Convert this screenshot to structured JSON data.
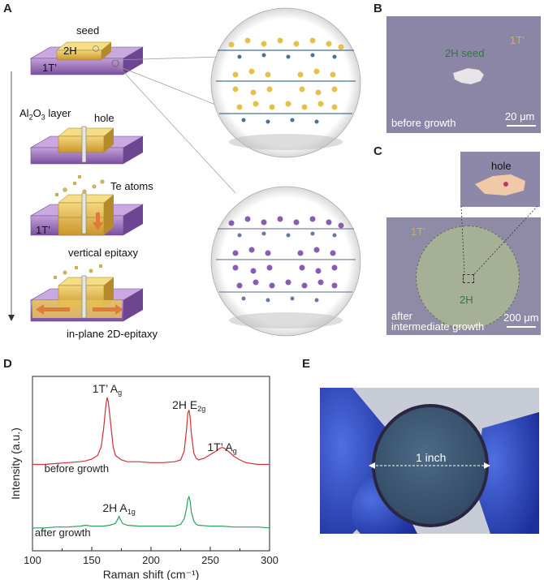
{
  "panels": {
    "a": "A",
    "b": "B",
    "c": "C",
    "d": "D",
    "e": "E"
  },
  "panel_a": {
    "seed": "seed",
    "phase_2h": "2H",
    "phase_1t": "1T’",
    "al2o3_main": "Al",
    "al2o3_sub1": "2",
    "al2o3_o": "O",
    "al2o3_sub2": "3",
    "al2o3_rest": " layer",
    "hole": "hole",
    "te_atoms": "Te atoms",
    "phase_1t_step3": "1T’",
    "vertical_epitaxy": "vertical epitaxy",
    "inplane_epitaxy": "in-plane 2D-epitaxy"
  },
  "panel_b": {
    "phase_1t": "1T’",
    "seed_label": "2H seed",
    "caption": "before growth",
    "scale": "20 μm"
  },
  "panel_c": {
    "hole": "hole",
    "phase_1t": "1T’",
    "phase_2h": "2H",
    "caption_line1": "after",
    "caption_line2": "intermediate growth",
    "scale": "200 μm"
  },
  "panel_e": {
    "size_label": "1 inch"
  },
  "colors": {
    "seed_gold": "#e8c35a",
    "film_purple": "#9b6fb8",
    "arrow_orange": "#e07a3a",
    "before_red": "#d0303a",
    "after_green": "#2aa05a"
  },
  "chart_data": {
    "type": "line",
    "xlabel": "Raman shift (cm⁻¹)",
    "ylabel": "Intensity (a.u.)",
    "xlim": [
      100,
      300
    ],
    "xticks": [
      "100",
      "150",
      "200",
      "250",
      "300"
    ],
    "series": [
      {
        "name": "before growth",
        "color": "#d0303a",
        "x": [
          100,
          110,
          120,
          130,
          140,
          145,
          150,
          155,
          158,
          160,
          162,
          163,
          164,
          166,
          168,
          170,
          175,
          180,
          190,
          200,
          210,
          220,
          225,
          228,
          230,
          231,
          232,
          233,
          234,
          236,
          238,
          240,
          245,
          250,
          255,
          258,
          260,
          262,
          265,
          270,
          275,
          280,
          290,
          300
        ],
        "y": [
          0.05,
          0.05,
          0.06,
          0.07,
          0.08,
          0.09,
          0.11,
          0.15,
          0.25,
          0.45,
          0.72,
          0.8,
          0.75,
          0.5,
          0.25,
          0.15,
          0.1,
          0.08,
          0.08,
          0.07,
          0.07,
          0.08,
          0.1,
          0.2,
          0.45,
          0.62,
          0.66,
          0.58,
          0.4,
          0.18,
          0.12,
          0.1,
          0.12,
          0.16,
          0.2,
          0.23,
          0.24,
          0.23,
          0.2,
          0.14,
          0.1,
          0.07,
          0.05,
          0.05
        ]
      },
      {
        "name": "after growth",
        "color": "#2aa05a",
        "x": [
          100,
          110,
          120,
          130,
          140,
          145,
          150,
          155,
          160,
          165,
          170,
          172,
          173,
          174,
          176,
          180,
          190,
          200,
          210,
          220,
          225,
          228,
          230,
          231,
          232,
          233,
          234,
          236,
          238,
          240,
          250,
          260,
          270,
          280,
          290,
          300
        ],
        "y": [
          0.02,
          0.02,
          0.03,
          0.03,
          0.04,
          0.05,
          0.04,
          0.04,
          0.04,
          0.05,
          0.07,
          0.12,
          0.15,
          0.12,
          0.07,
          0.05,
          0.04,
          0.04,
          0.04,
          0.04,
          0.06,
          0.12,
          0.24,
          0.34,
          0.37,
          0.32,
          0.2,
          0.1,
          0.06,
          0.05,
          0.04,
          0.04,
          0.03,
          0.03,
          0.03,
          0.02
        ]
      }
    ],
    "annotations": [
      {
        "text_main": "1T’ A",
        "text_sub": "g",
        "x": 163
      },
      {
        "text_main": "2H E",
        "text_sub": "2g",
        "x": 232
      },
      {
        "text_main": "1T’ A",
        "text_sub": "g",
        "x": 260
      },
      {
        "text_main": "2H A",
        "text_sub": "1g",
        "x": 173
      }
    ],
    "series_labels": [
      "before growth",
      "after growth"
    ]
  }
}
